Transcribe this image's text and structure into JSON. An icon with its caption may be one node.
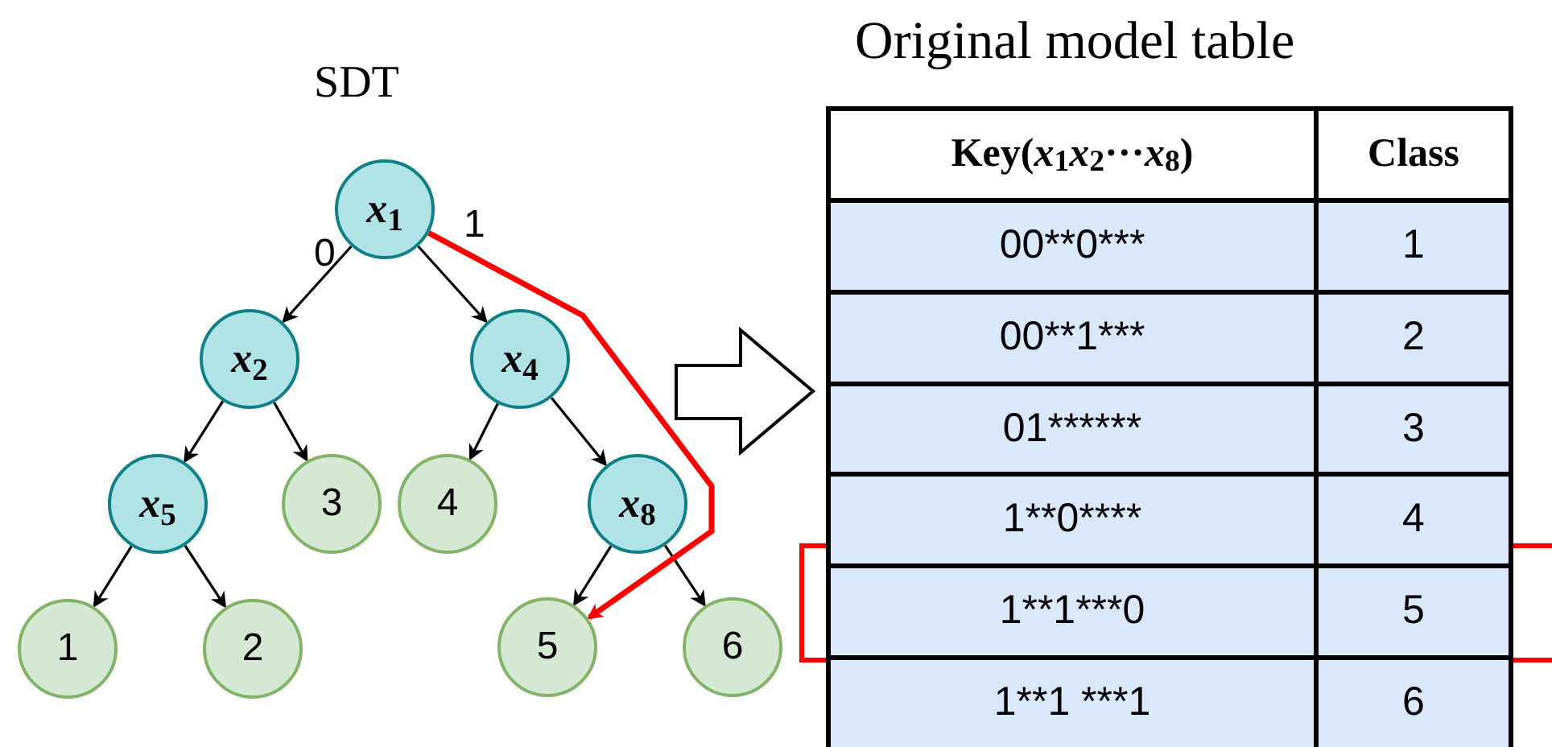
{
  "diagram": {
    "title": "SDT",
    "nodes": [
      {
        "text": [
          "*x*$_{1}$"
        ]
      },
      {
        "text": [
          "*x*$_{2}$"
        ]
      },
      {
        "text": [
          "*x*$_{4}$"
        ]
      },
      {
        "text": [
          "*x*$_{5}$"
        ]
      },
      {
        "text": [
          "3"
        ]
      },
      {
        "text": [
          "4"
        ]
      },
      {
        "text": [
          "*x*$_{8}$"
        ]
      },
      {
        "text": [
          "1"
        ]
      },
      {
        "text": [
          "2"
        ]
      },
      {
        "text": [
          "5"
        ]
      },
      {
        "text": [
          "6"
        ]
      },
      {
        "text": [
          "Original model table"
        ]
      }
    ],
    "edges": [
      {
        "from": 0,
        "to": 1,
        "arrow": "to",
        "label": "0"
      },
      {
        "from": 0,
        "to": 2,
        "arrow": "to",
        "label": "1"
      },
      {
        "from": 1,
        "to": 3,
        "arrow": "to"
      },
      {
        "from": 1,
        "to": 4,
        "arrow": "to"
      },
      {
        "from": 2,
        "to": 5,
        "arrow": "to"
      },
      {
        "from": 2,
        "to": 6,
        "arrow": "to"
      },
      {
        "from": 3,
        "to": 7,
        "arrow": "to"
      },
      {
        "from": 3,
        "to": 8,
        "arrow": "to"
      },
      {
        "from": 6,
        "to": 9,
        "arrow": "to"
      },
      {
        "from": 6,
        "to": 10,
        "arrow": "to"
      },
      {
        "from": 0,
        "to": 9,
        "arrow": "to",
        "style": "thick",
        "color": "#ff0000"
      },
      {
        "from": null,
        "to": 11,
        "arrow": "to",
        "style": "thick"
      }
    ],
    "labels": [
      "Key(*x*$_{1}$*x*$_{2}$···*x*$_{8}$)",
      "Class",
      "00**0***",
      "1",
      "00**1***",
      "2",
      "01******",
      "3",
      "1**0****",
      "4",
      "1**1***0",
      "5",
      "1**1 ***1",
      "6"
    ]
  }
}
